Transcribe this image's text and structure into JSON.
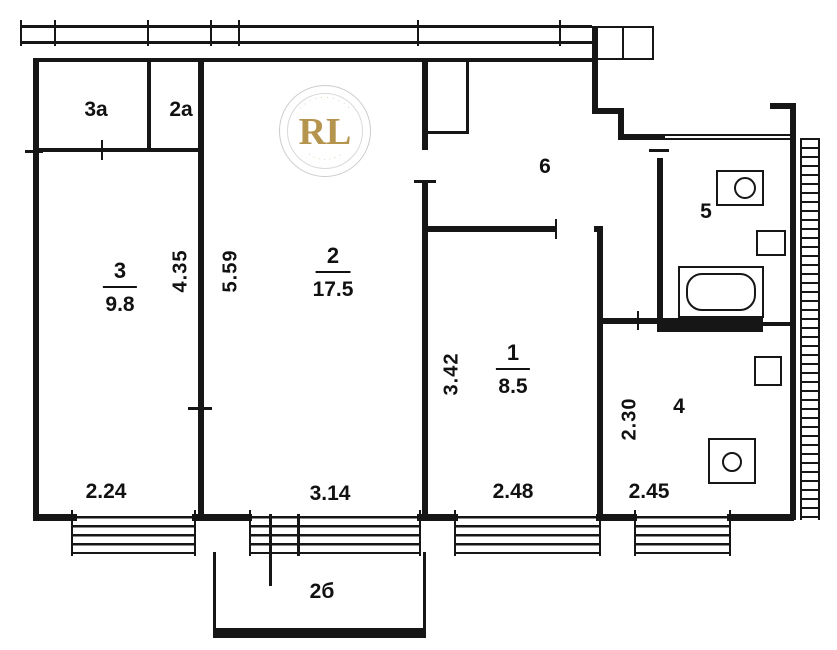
{
  "logo": {
    "initials": "RL",
    "arc_top": "· · · · · · · · · ·",
    "arc_bottom": "· · · · · · ·",
    "color": "#b5954e"
  },
  "rooms": {
    "r3a": {
      "label": "3а"
    },
    "r2a": {
      "label": "2а"
    },
    "r3": {
      "label": "3",
      "area": "9.8"
    },
    "r2": {
      "label": "2",
      "area": "17.5"
    },
    "r1": {
      "label": "1",
      "area": "8.5"
    },
    "r6": {
      "label": "6"
    },
    "r5": {
      "label": "5"
    },
    "r4": {
      "label": "4"
    },
    "r2b": {
      "label": "2б"
    }
  },
  "dimensions": {
    "room3_height": "4.35",
    "room2_height": "5.59",
    "room1_height": "3.42",
    "room4_height": "2.30",
    "room3_width": "2.24",
    "room2_width": "3.14",
    "room1_width": "2.48",
    "room4_width": "2.45"
  }
}
